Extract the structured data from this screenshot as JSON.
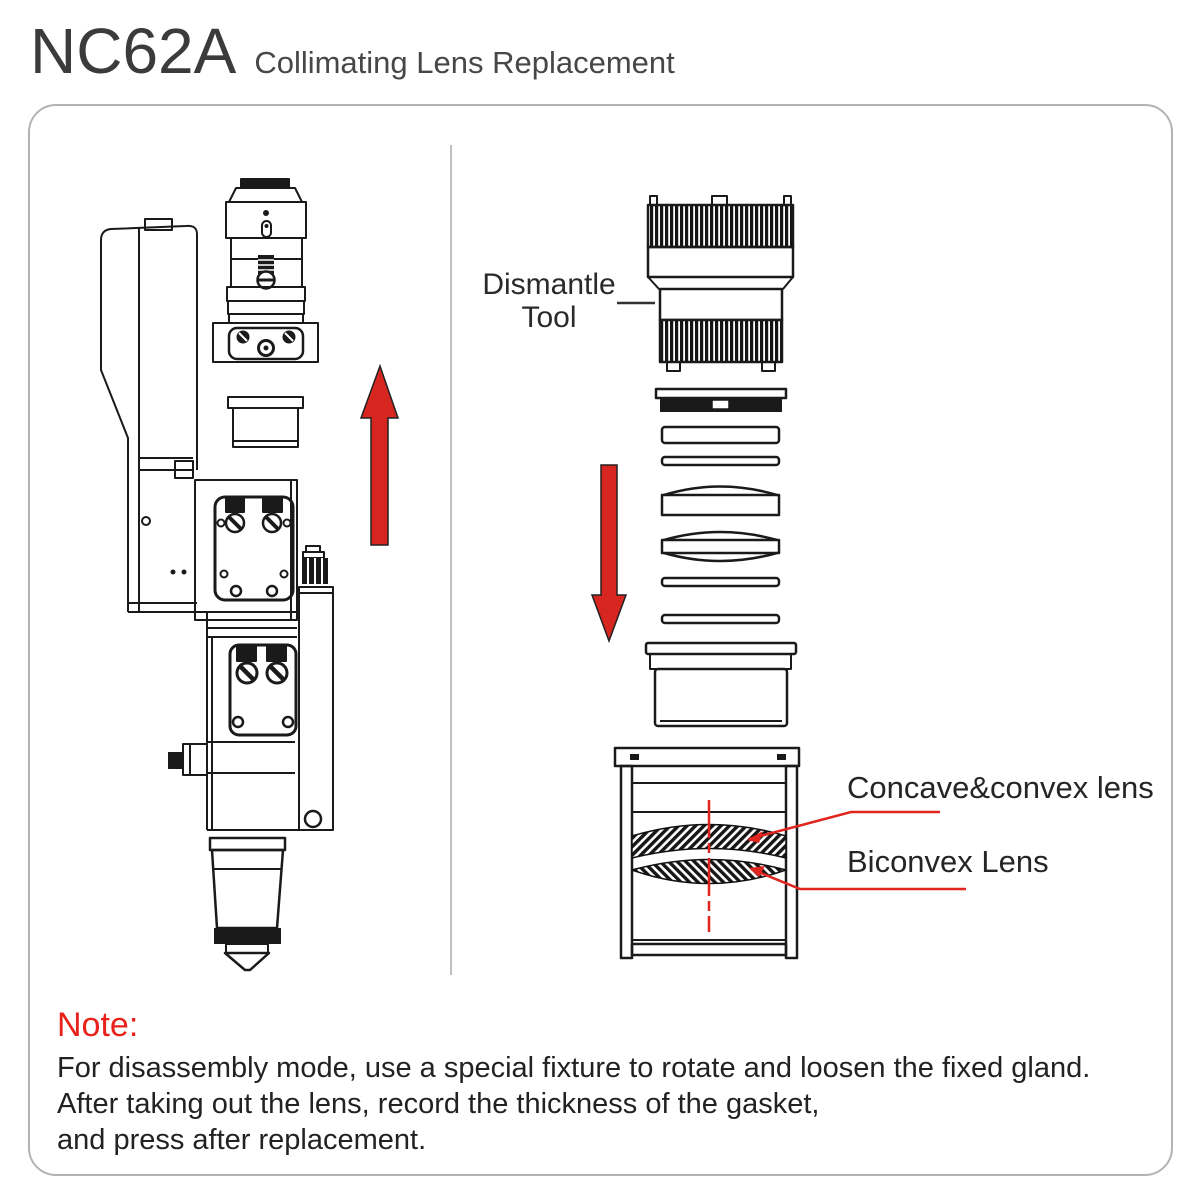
{
  "header": {
    "model": "NC62A",
    "title": "Collimating Lens Replacement"
  },
  "diagram": {
    "left_panel": "laser cutting head side view with collimator module pulled out",
    "right_panel": "exploded collimating lens assembly",
    "labels": {
      "dismantle_tool": "Dismantle Tool",
      "concave_convex": "Concave&convex lens",
      "biconvex": "Biconvex Lens"
    },
    "icons": {
      "up_arrow": "red-up-arrow-icon",
      "down_arrow": "red-down-arrow-icon"
    }
  },
  "note": {
    "title": "Note:",
    "lines": [
      "For disassembly mode, use a special fixture to rotate and loosen the fixed gland.",
      "After taking out the lens, record the thickness of the gasket,",
      "and press after replacement."
    ]
  },
  "colors": {
    "line_art": "#1a1a1a",
    "arrow_red": "#d7251f",
    "leader_red": "#e0241e",
    "note_red": "#e8211b",
    "header_gray": "#3b3b3b",
    "frame_border": "#b3b3b3"
  }
}
